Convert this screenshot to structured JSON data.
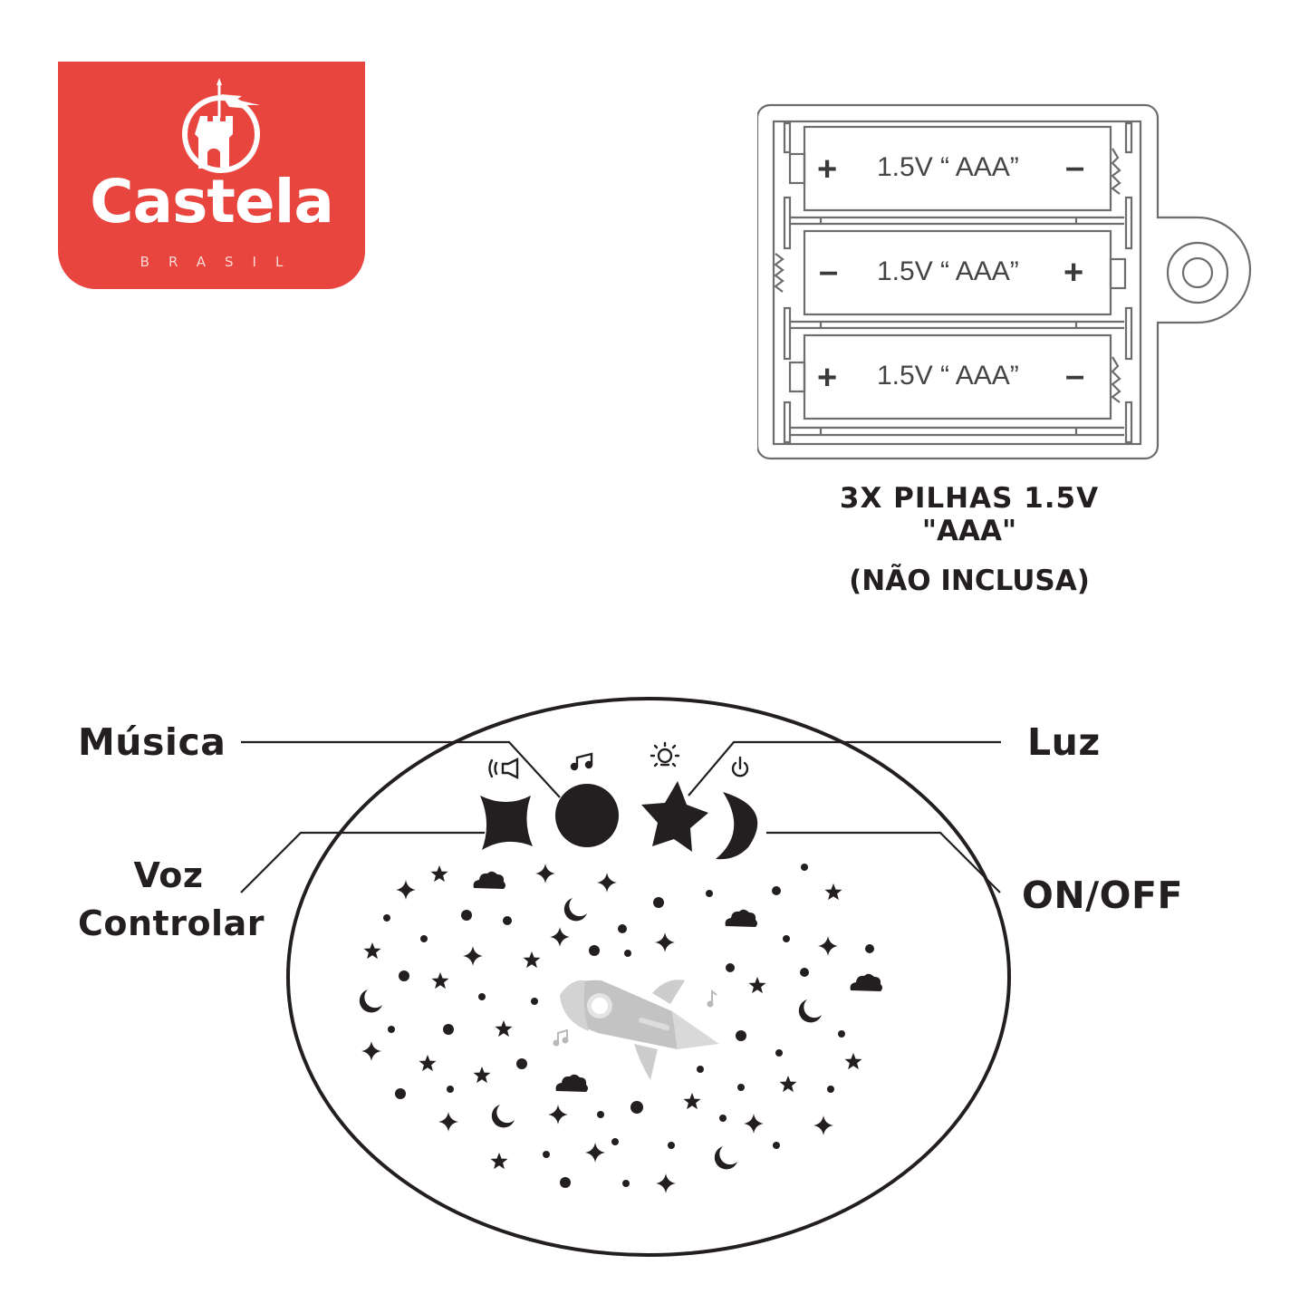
{
  "logo": {
    "brand": "Castela",
    "subtitle": "BRASIL",
    "background_color": "#e8453f",
    "text_color": "#ffffff",
    "icon": "castle-with-flag-icon"
  },
  "battery_pack": {
    "cells": [
      {
        "left_symbol": "+",
        "label": "1.5V “ AAA”",
        "right_symbol": "–"
      },
      {
        "left_symbol": "–",
        "label": "1.5V “ AAA”",
        "right_symbol": "+"
      },
      {
        "left_symbol": "+",
        "label": "1.5V “ AAA”",
        "right_symbol": "–"
      }
    ],
    "caption": {
      "line1": "3X PILHAS 1.5V",
      "line2": "\"AAA\"",
      "line3": "(NÃO INCLUSA)"
    }
  },
  "device": {
    "labels": {
      "musica": "Música",
      "luz": "Luz",
      "voz_line1": "Voz",
      "voz_line2": "Controlar",
      "onoff": "ON/OFF"
    },
    "buttons": [
      {
        "name": "voice-control-button",
        "shape": "four-point-star",
        "icon": "speaker-sound-icon"
      },
      {
        "name": "music-button",
        "shape": "circle",
        "icon": "music-note-icon"
      },
      {
        "name": "light-button",
        "shape": "five-point-star",
        "icon": "light-bulb-icon"
      },
      {
        "name": "power-button",
        "shape": "crescent-moon",
        "icon": "power-icon"
      }
    ],
    "ink_color": "#231f20",
    "rocket_color": "#bdbdbd"
  }
}
